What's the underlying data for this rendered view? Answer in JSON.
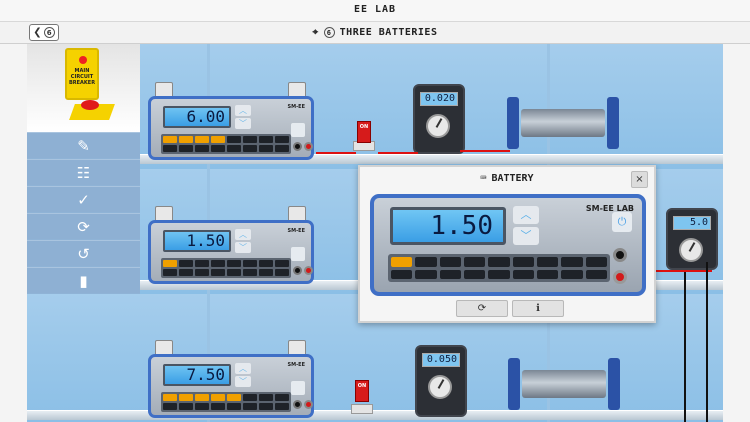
{
  "app": {
    "title": "EE LAB"
  },
  "nav": {
    "back_chevron": "❮",
    "back_number": "6",
    "lab_icon": "⌖",
    "lab_number": "6",
    "lab_title": "THREE BATTERIES"
  },
  "breaker": {
    "label": "MAIN CIRCUIT BREAKER"
  },
  "toolbar": [
    {
      "icon": "edit-note-icon",
      "glyph": "✎"
    },
    {
      "icon": "chart-icon",
      "glyph": "☷"
    },
    {
      "icon": "clipboard-check-icon",
      "glyph": "✓"
    },
    {
      "icon": "swap-icon",
      "glyph": "⟳"
    },
    {
      "icon": "reset-icon",
      "glyph": "↺"
    },
    {
      "icon": "book-icon",
      "glyph": "▮"
    }
  ],
  "supplies": [
    {
      "value": "6.00"
    },
    {
      "value": "1.50"
    },
    {
      "value": "7.50"
    }
  ],
  "psu_brand": "SM-EE",
  "psu_arrow_up": "︿",
  "psu_arrow_down": "﹀",
  "meters": [
    {
      "value": "0.020"
    },
    {
      "value": "5.0"
    },
    {
      "value": "0.050"
    }
  ],
  "switch_label": "ON",
  "dialog": {
    "icon": "battery-icon",
    "icon_glyph": "⌨",
    "title": "BATTERY",
    "close": "×",
    "value": "1.50",
    "brand": "SM-EE LAB",
    "power_glyph": "⏻",
    "swap_glyph": "⟳",
    "info_glyph": "ℹ"
  }
}
